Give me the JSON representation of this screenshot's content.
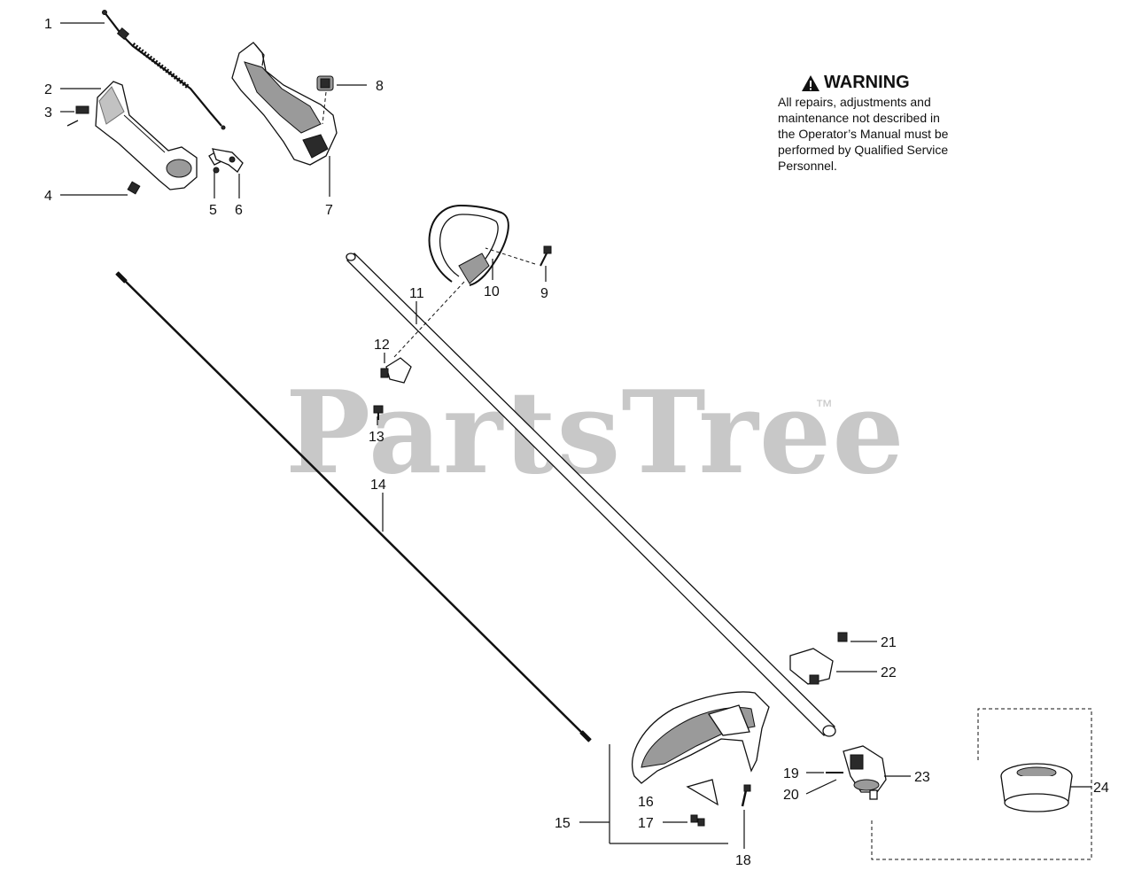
{
  "watermark": {
    "brand": "PartsTree",
    "trademark": "™"
  },
  "warning": {
    "title": "WARNING",
    "lines": [
      "All repairs, adjustments and",
      "maintenance not described in",
      "the Operator’s Manual must be",
      "performed by Qualified Service",
      "Personnel."
    ]
  },
  "callouts": [
    "1",
    "2",
    "3",
    "4",
    "5",
    "6",
    "7",
    "8",
    "9",
    "10",
    "11",
    "12",
    "13",
    "14",
    "15",
    "16",
    "17",
    "18",
    "19",
    "20",
    "21",
    "22",
    "23",
    "24"
  ]
}
